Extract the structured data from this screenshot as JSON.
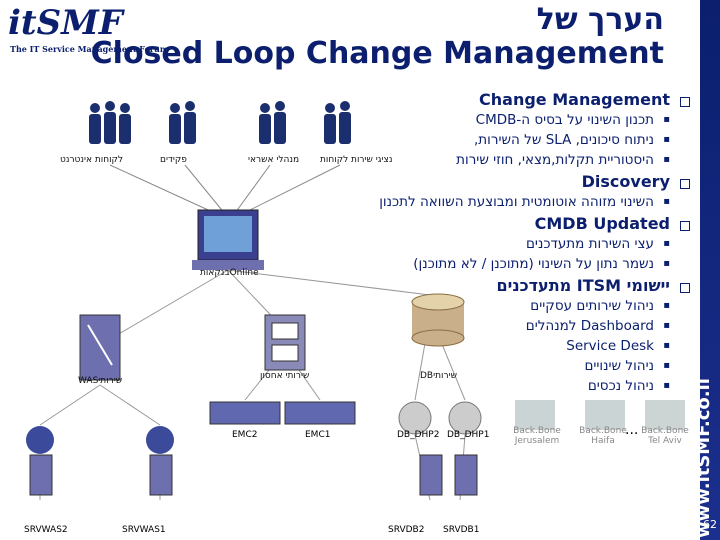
{
  "logo": {
    "brand": "itSMF",
    "tagline": "The IT Service Management Forum"
  },
  "title": {
    "hebrew": "הערך של",
    "english": "Closed Loop Change Management"
  },
  "bullets": [
    {
      "heading": "Change Management",
      "items": [
        "תכנון השינוי על בסיס ה-CMDB",
        "ניתוח סיכונים, SLA של השירות,",
        "היסטוריית תקלות,מצאי, חוזי שירות"
      ]
    },
    {
      "heading": "Discovery",
      "items": [
        "השינוי מזוהה אוטומטית ומבוצעת השוואה לתכנון"
      ]
    },
    {
      "heading": "CMDB Updated",
      "items": [
        "עצי השירות מתעדכנים",
        "נשמר נתון על השינוי (מתוכנן / לא מתוכנן)"
      ]
    },
    {
      "heading": "יישומי ITSM מתעדכנים",
      "items": [
        "ניהול שירותים עסקיים",
        "Dashboard למנהלים",
        "Service Desk",
        "ניהול שינויים",
        "ניהול נכסים"
      ]
    }
  ],
  "people": [
    "לקוחות אינטרנט",
    "פקידים",
    "מנהלי אשראי",
    "נציגי שירות לקוחות"
  ],
  "diagram_labels": {
    "online": "Onlineבנקאות",
    "was": "שירותיWAS",
    "storage": "שירותי אחסון",
    "db": "שירותיDB",
    "emc2": "EMC2",
    "emc1": "EMC1",
    "db2": "DB_DHP2",
    "db1": "DB_DHP1",
    "bb_jer": "Back.Bone Jerusalem",
    "bb_haifa": "Back.Bone Haifa",
    "bb_tlv": "Back.Bone Tel Aviv",
    "ellipsis": "...",
    "srvwas2": "SRVWAS2",
    "srvwas1": "SRVWAS1",
    "srvdb2": "SRVDB2",
    "srvdb1": "SRVDB1"
  },
  "sidebar": {
    "url": "www.itSMF.co.il",
    "page": "62"
  }
}
